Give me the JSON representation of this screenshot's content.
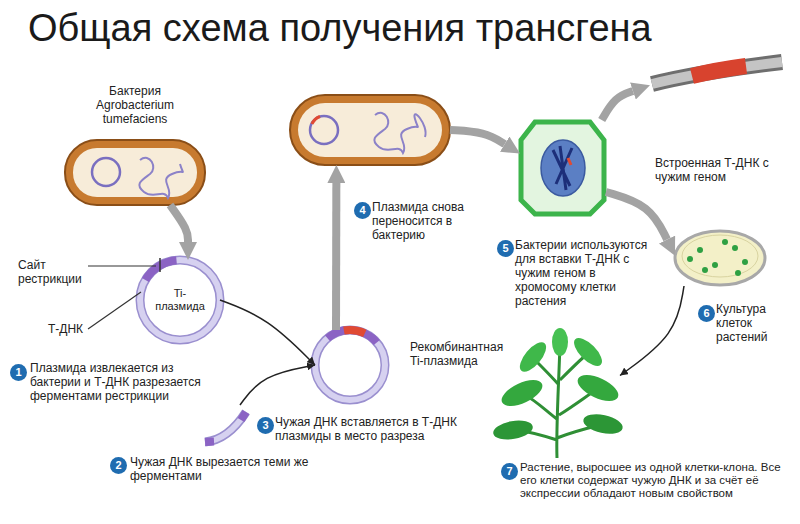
{
  "diagram": {
    "title": "Общая схема получения трансгена",
    "nodes": [
      {
        "text": [
          "Бактерия Agrobacterium tumefaciens"
        ]
      },
      {
        "text": [
          "Ti-плазмида"
        ]
      },
      {
        "text": [
          "Плазмида снова переносится в бактерию"
        ]
      },
      {
        "text": [
          "Бактерии используются для вставки Т-ДНК с чужим геном в хромосому клетки растения"
        ]
      },
      {
        "text": [
          "Встроенная Т-ДНК с чужим геном"
        ]
      },
      {
        "text": [
          "Рекомбинантная Ti-плазмида",
          "Чужая ДНК вставляется в Т-ДНК плазмиды в место разреза"
        ]
      },
      {
        "text": [
          "Культура клеток растений"
        ]
      },
      {
        "text": [
          "Чужая ДНК вырезается теми же ферментами"
        ]
      },
      {
        "text": [
          "Растение, выросшее из одной клетки-клона. Все его клетки содержат чужую ДНК и за счёт её экспрессии обладают новым свойством"
        ]
      }
    ],
    "edges": [
      {
        "from": 0,
        "to": 1,
        "arrow": "to"
      },
      {
        "from": 1,
        "to": 5,
        "arrow": "to"
      },
      {
        "from": 7,
        "to": 5,
        "arrow": "to"
      },
      {
        "from": 5,
        "to": 2,
        "arrow": "to"
      },
      {
        "from": 2,
        "to": 3,
        "arrow": "to"
      },
      {
        "from": 3,
        "to": 4,
        "arrow": "to"
      },
      {
        "from": 3,
        "to": 6,
        "arrow": "to"
      },
      {
        "from": 6,
        "to": 8,
        "arrow": "to"
      }
    ],
    "labels": [
      "Сайт рестрикции",
      "Т-ДНК",
      "1",
      "Плазмида извлекается из бактерии и Т-ДНК разрезается ферментами рестрикции",
      "2",
      "3",
      "4",
      "5",
      "6",
      "7"
    ]
  }
}
